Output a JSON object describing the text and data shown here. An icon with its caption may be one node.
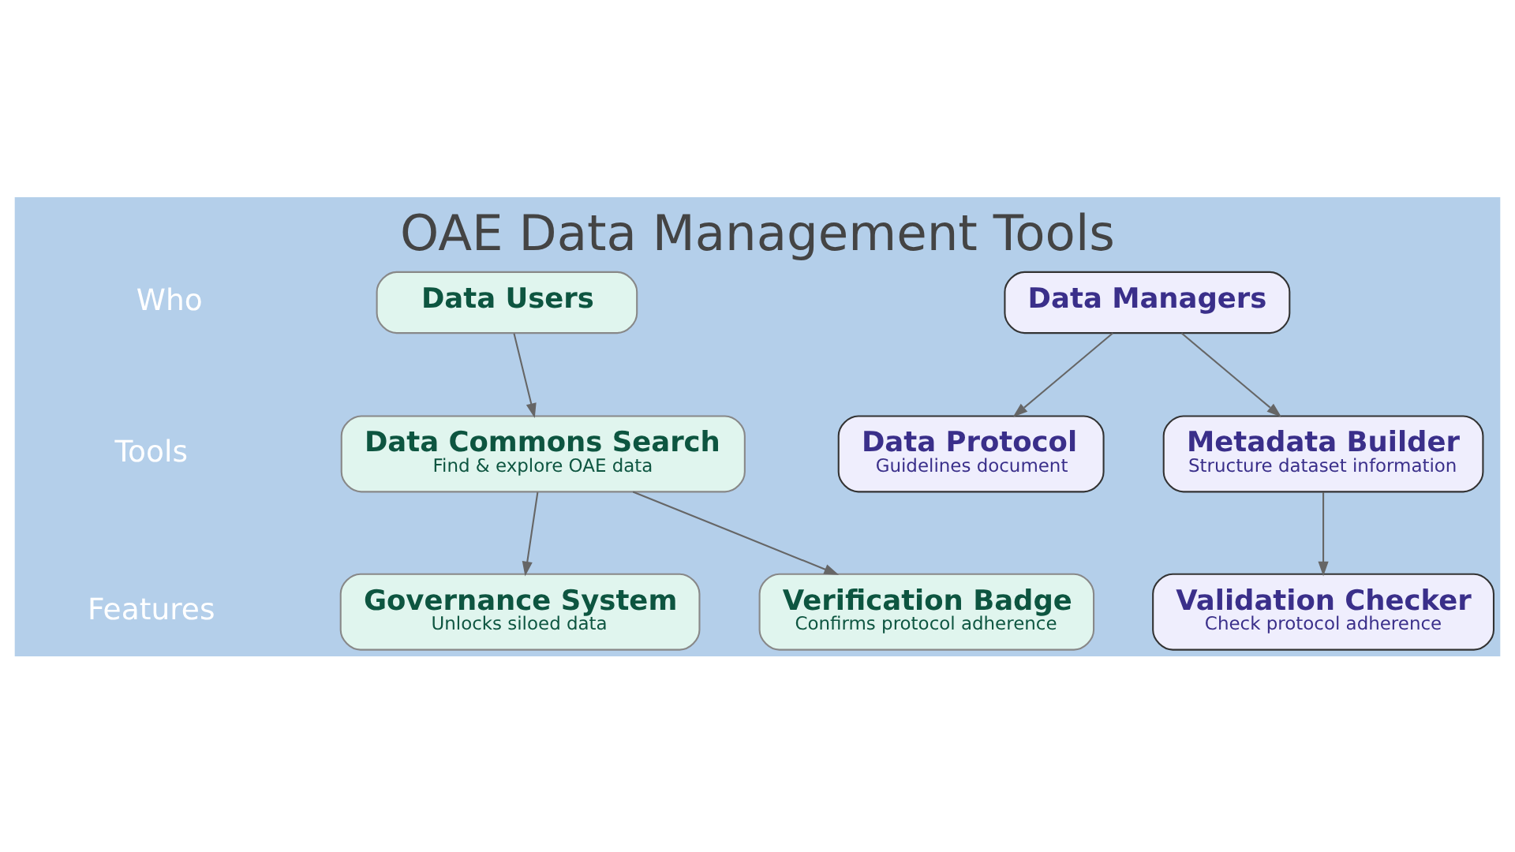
{
  "diagram": {
    "title": "OAE Data Management Tools",
    "nodes": [
      {
        "text": [
          "Data Users"
        ]
      },
      {
        "text": [
          "Data Managers"
        ]
      },
      {
        "text": [
          "Data Commons Search",
          "Find & explore OAE data"
        ]
      },
      {
        "text": [
          "Data Protocol",
          "Guidelines document"
        ]
      },
      {
        "text": [
          "Metadata Builder",
          "Structure dataset information"
        ]
      },
      {
        "text": [
          "Governance System",
          "Unlocks siloed data"
        ]
      },
      {
        "text": [
          "Verification Badge",
          "Confirms protocol adherence"
        ]
      },
      {
        "text": [
          "Validation Checker",
          "Check protocol adherence"
        ]
      }
    ],
    "edges": [
      {
        "from": 0,
        "to": 2,
        "arrow": "to"
      },
      {
        "from": 1,
        "to": 3,
        "arrow": "to"
      },
      {
        "from": 1,
        "to": 4,
        "arrow": "to"
      },
      {
        "from": 2,
        "to": 5,
        "arrow": "to"
      },
      {
        "from": 2,
        "to": 6,
        "arrow": "to"
      },
      {
        "from": 4,
        "to": 7,
        "arrow": "to"
      }
    ],
    "labels": [
      "Who",
      "Tools",
      "Features"
    ]
  }
}
